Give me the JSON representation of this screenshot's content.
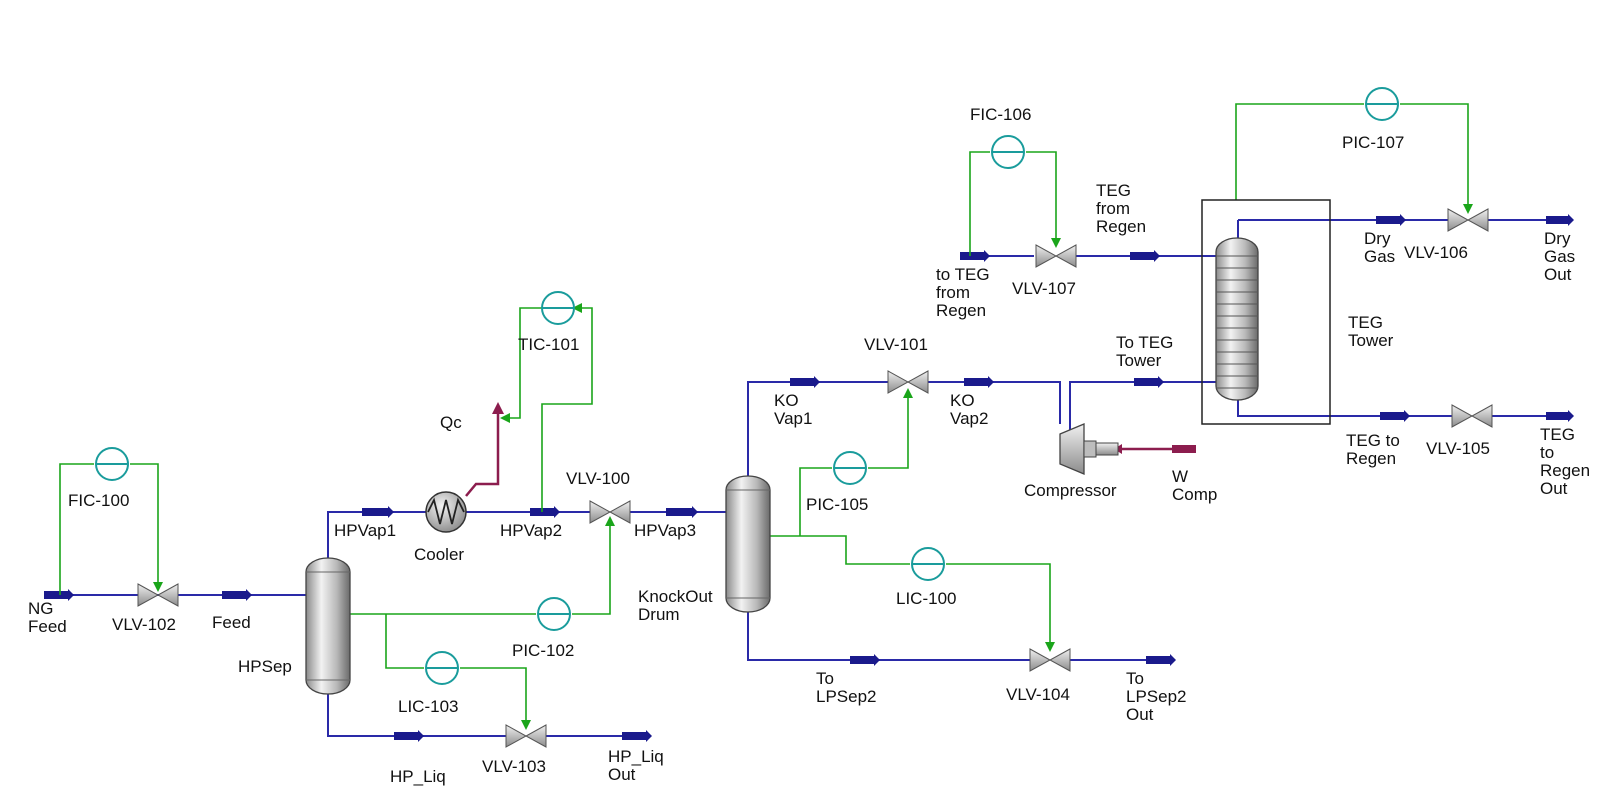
{
  "streams": {
    "ng_feed": [
      "NG",
      "Feed"
    ],
    "feed": "Feed",
    "hpvap1": "HPVap1",
    "hpvap2": "HPVap2",
    "hpvap3": "HPVap3",
    "hp_liq": "HP_Liq",
    "hp_liq_out": [
      "HP_Liq",
      "Out"
    ],
    "qc": "Qc",
    "ko_vap1": [
      "KO",
      "Vap1"
    ],
    "ko_vap2": [
      "KO",
      "Vap2"
    ],
    "to_lpsep2": [
      "To",
      "LPSep2"
    ],
    "to_lpsep2_out": [
      "To",
      "LPSep2",
      "Out"
    ],
    "w_comp": [
      "W",
      "Comp"
    ],
    "to_teg_tower": [
      "To TEG",
      "Tower"
    ],
    "to_teg_from_regen": [
      "to TEG",
      "from",
      "Regen"
    ],
    "teg_from_regen": [
      "TEG",
      "from",
      "Regen"
    ],
    "dry_gas": [
      "Dry",
      "Gas"
    ],
    "dry_gas_out": [
      "Dry",
      "Gas",
      "Out"
    ],
    "teg_to_regen": [
      "TEG to",
      "Regen"
    ],
    "teg_to_regen_out": [
      "TEG",
      "to",
      "Regen",
      "Out"
    ]
  },
  "units": {
    "vlv_102": "VLV-102",
    "vlv_103": "VLV-103",
    "vlv_100": "VLV-100",
    "vlv_101": "VLV-101",
    "vlv_104": "VLV-104",
    "vlv_105": "VLV-105",
    "vlv_106": "VLV-106",
    "vlv_107": "VLV-107",
    "hpsep": "HPSep",
    "cooler": "Cooler",
    "knockout_drum": [
      "KnockOut",
      "Drum"
    ],
    "compressor": "Compressor",
    "teg_tower": [
      "TEG",
      "Tower"
    ]
  },
  "controllers": {
    "fic_100": "FIC-100",
    "lic_103": "LIC-103",
    "pic_102": "PIC-102",
    "tic_101": "TIC-101",
    "pic_105": "PIC-105",
    "lic_100": "LIC-100",
    "fic_106": "FIC-106",
    "pic_107": "PIC-107"
  },
  "colors": {
    "process_stream": "#2a2aa8",
    "signal_line": "#1aa51a",
    "energy_stream": "#8c1d4e",
    "controller": "#1a9c9c"
  }
}
